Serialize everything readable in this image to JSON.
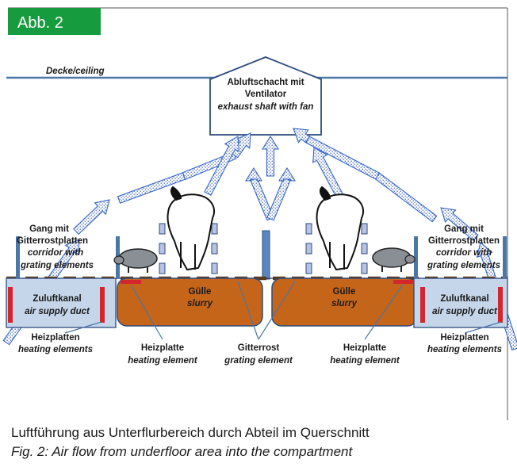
{
  "badge": "Abb. 2",
  "ceiling": {
    "de": "Decke",
    "en": "ceiling"
  },
  "shaft": {
    "de1": "Abluftschacht mit",
    "de2": "Ventilator",
    "en": "exhaust shaft with fan"
  },
  "corridor_left": {
    "de1": "Gang mit",
    "de2": "Gitterrostplatten",
    "en1": "corridor with",
    "en2": "grating elements"
  },
  "corridor_right": {
    "de1": "Gang mit",
    "de2": "Gitterrostplatten",
    "en1": "corridor with",
    "en2": "grating elements"
  },
  "duct_left": {
    "de": "Zuluftkanal",
    "en": "air supply duct"
  },
  "duct_right": {
    "de": "Zuluftkanal",
    "en": "air supply duct"
  },
  "slurry_left": {
    "de": "Gülle",
    "en": "slurry"
  },
  "slurry_right": {
    "de": "Gülle",
    "en": "slurry"
  },
  "heating_left": {
    "de": "Heizplatten",
    "en": "heating elements"
  },
  "heating_right": {
    "de": "Heizplatten",
    "en": "heating elements"
  },
  "heatplate_left": {
    "de": "Heizplatte",
    "en": "heating element"
  },
  "heatplate_right": {
    "de": "Heizplatte",
    "en": "heating element"
  },
  "grating": {
    "de": "Gitterrost",
    "en": "grating element"
  },
  "caption": {
    "de": "Luftführung aus Unterflurbereich durch Abteil im Querschnitt",
    "en": "Fig. 2: Air flow from underfloor area into the compartment"
  },
  "colors": {
    "badge": "#169b3e",
    "ceiling_line": "#4a76a8",
    "slurry": "#c5651a",
    "duct": "#c6d6ea",
    "heater": "#d4262f",
    "arrow": "#3366cc"
  }
}
